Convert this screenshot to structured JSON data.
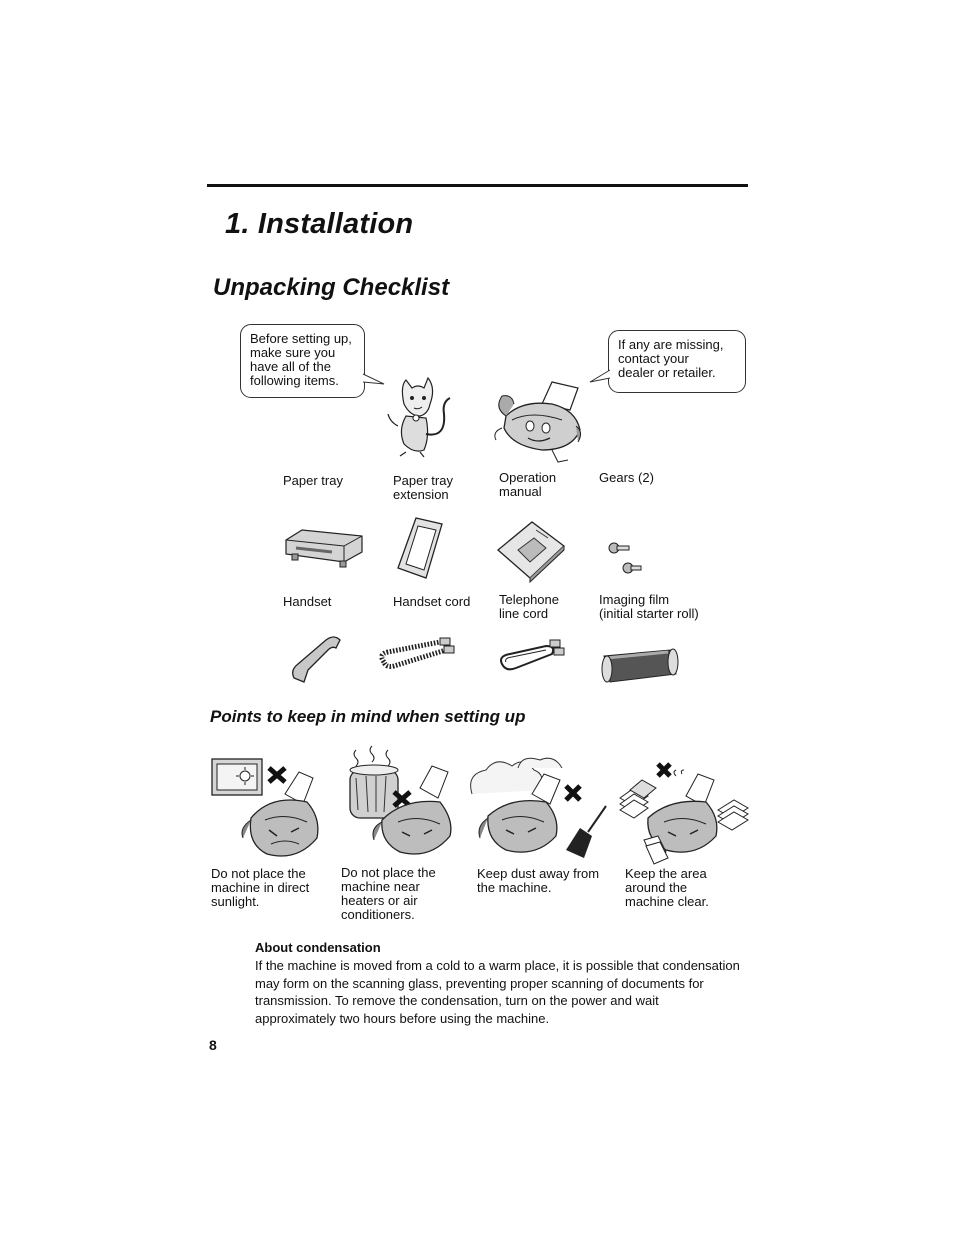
{
  "chapter_title": "1.  Installation",
  "section_title": "Unpacking Checklist",
  "bubbles": {
    "left": "Before setting up,\nmake sure you\nhave all of the\nfollowing items.",
    "right": "If any are missing,\ncontact your\ndealer or retailer."
  },
  "items": [
    {
      "label": "Paper tray",
      "icon": "paper-tray-icon"
    },
    {
      "label": "Paper tray\nextension",
      "icon": "paper-tray-extension-icon"
    },
    {
      "label": "Operation\nmanual",
      "icon": "operation-manual-icon"
    },
    {
      "label": "Gears (2)",
      "icon": "gears-icon"
    },
    {
      "label": "Handset",
      "icon": "handset-icon"
    },
    {
      "label": "Handset cord",
      "icon": "handset-cord-icon"
    },
    {
      "label": "Telephone\nline cord",
      "icon": "telephone-line-cord-icon"
    },
    {
      "label": "Imaging film\n(initial starter roll)",
      "icon": "imaging-film-icon"
    }
  ],
  "points_title": "Points to keep in mind when setting up",
  "points": [
    {
      "caption": "Do not place the\nmachine in direct\nsunlight.",
      "icon": "sunlight-fax-icon"
    },
    {
      "caption": "Do not place the\nmachine near\nheaters or air\nconditioners.",
      "icon": "heater-fax-icon"
    },
    {
      "caption": "Keep dust away from\nthe machine.",
      "icon": "dust-fax-icon"
    },
    {
      "caption": "Keep the area\naround the\nmachine clear.",
      "icon": "clutter-fax-icon"
    }
  ],
  "condensation": {
    "title": "About condensation",
    "body": "If the machine is moved from a cold to a warm place, it is possible that condensation may form on the scanning glass, preventing proper scanning of documents for transmission. To remove the condensation, turn on the power and wait approximately two hours before using the machine."
  },
  "page_number": "8",
  "colors": {
    "text": "#111111",
    "illustration_fill": "#cfcfcf",
    "illustration_dark": "#8a8a8a"
  }
}
